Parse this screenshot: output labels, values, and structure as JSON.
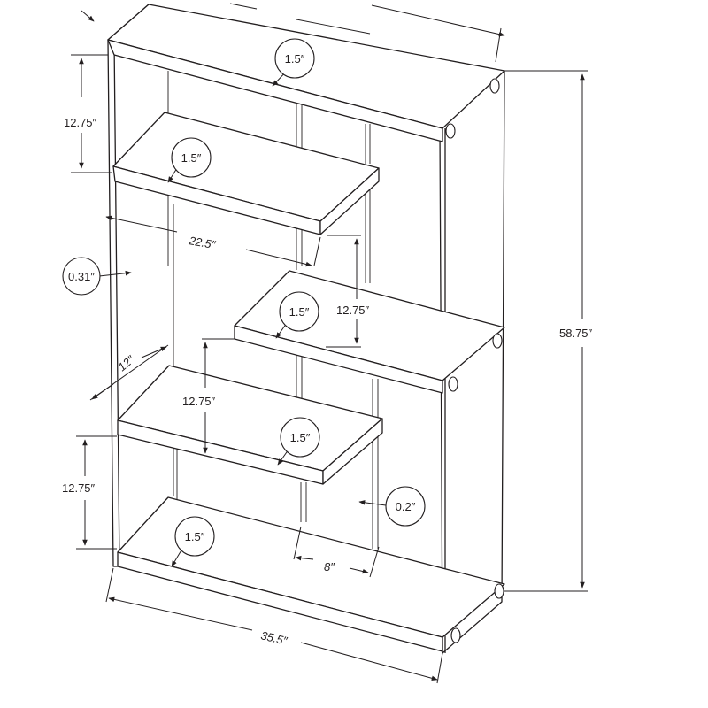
{
  "diagram": {
    "dimensions": {
      "top_shelf_thickness": "1.5″",
      "upper_shelf_thickness": "1.5″",
      "middle_shelf_thickness": "1.5″",
      "lower_shelf_thickness": "1.5″",
      "bottom_shelf_thickness": "1.5″",
      "top_gap_height": "12.75″",
      "upper_mid_gap_height": "12.75″",
      "lower_mid_gap_height": "12.75″",
      "bottom_gap_height": "12.75″",
      "shelf_width": "22.5″",
      "glass_side_thickness": "0.31″",
      "back_panel_thickness": "0.2″",
      "depth": "12″",
      "divider_offset": "8″",
      "overall_width": "35.5″",
      "overall_height": "58.75″"
    }
  }
}
